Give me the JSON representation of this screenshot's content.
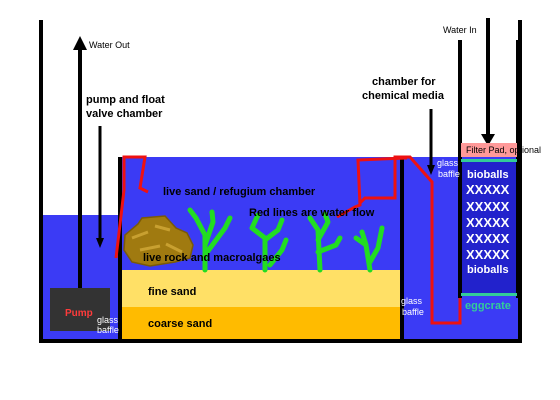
{
  "labels": {
    "water_out": "Water Out",
    "water_in": "Water In",
    "pump_chamber_1": "pump and float",
    "pump_chamber_2": "valve chamber",
    "chem_chamber_1": "chamber for",
    "chem_chamber_2": "chemical media",
    "refugium": "live sand / refugium chamber",
    "red_lines": "Red lines are water flow",
    "live_rock": "live rock and macroalgaes",
    "fine_sand": "fine sand",
    "coarse_sand": "coarse sand",
    "pump": "Pump",
    "glass_baffle_left_1": "glass",
    "glass_baffle_left_2": "baffle",
    "glass_baffle_mid_1": "glass",
    "glass_baffle_mid_2": "baffle",
    "glass_baffle_top_1": "glass",
    "glass_baffle_top_2": "baffle",
    "filter_pad": "Filter Pad, optional",
    "bioballs_top": "bioballs",
    "bioballs_bottom": "bioballs",
    "bioball_rows": [
      "XXXXX",
      "XXXXX",
      "XXXXX",
      "XXXXX",
      "XXXXX"
    ],
    "eggcrate": "eggcrate"
  },
  "colors": {
    "water": "#3b3bf5",
    "fine_sand": "#ffe066",
    "coarse_sand": "#ffbb00",
    "flow": "#ee1111",
    "algae": "#22dd22",
    "rock": "#a07a10",
    "pump": "#333333",
    "filter_pad": "#ff9999",
    "eggcrate": "#33cc99"
  }
}
